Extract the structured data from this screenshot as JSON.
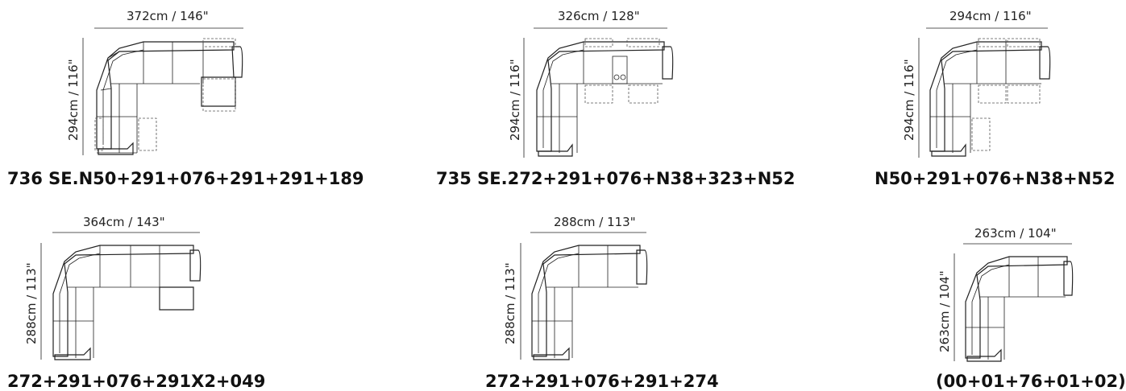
{
  "configurations": [
    {
      "width": "372cm / 146\"",
      "depth": "294cm / 116\"",
      "code": "736 SE.N50+291+076+291+291+189"
    },
    {
      "width": "326cm / 128\"",
      "depth": "294cm / 116\"",
      "code": "735 SE.272+291+076+N38+323+N52"
    },
    {
      "width": "294cm / 116\"",
      "depth": "294cm / 116\"",
      "code": "N50+291+076+N38+N52"
    },
    {
      "width": "364cm / 143\"",
      "depth": "288cm / 113\"",
      "code": "272+291+076+291X2+049"
    },
    {
      "width": "288cm / 113\"",
      "depth": "288cm / 113\"",
      "code": "272+291+076+291+274"
    },
    {
      "width": "263cm / 104\"",
      "depth": "263cm / 104\"",
      "code": "(00+01+76+01+02)"
    }
  ]
}
